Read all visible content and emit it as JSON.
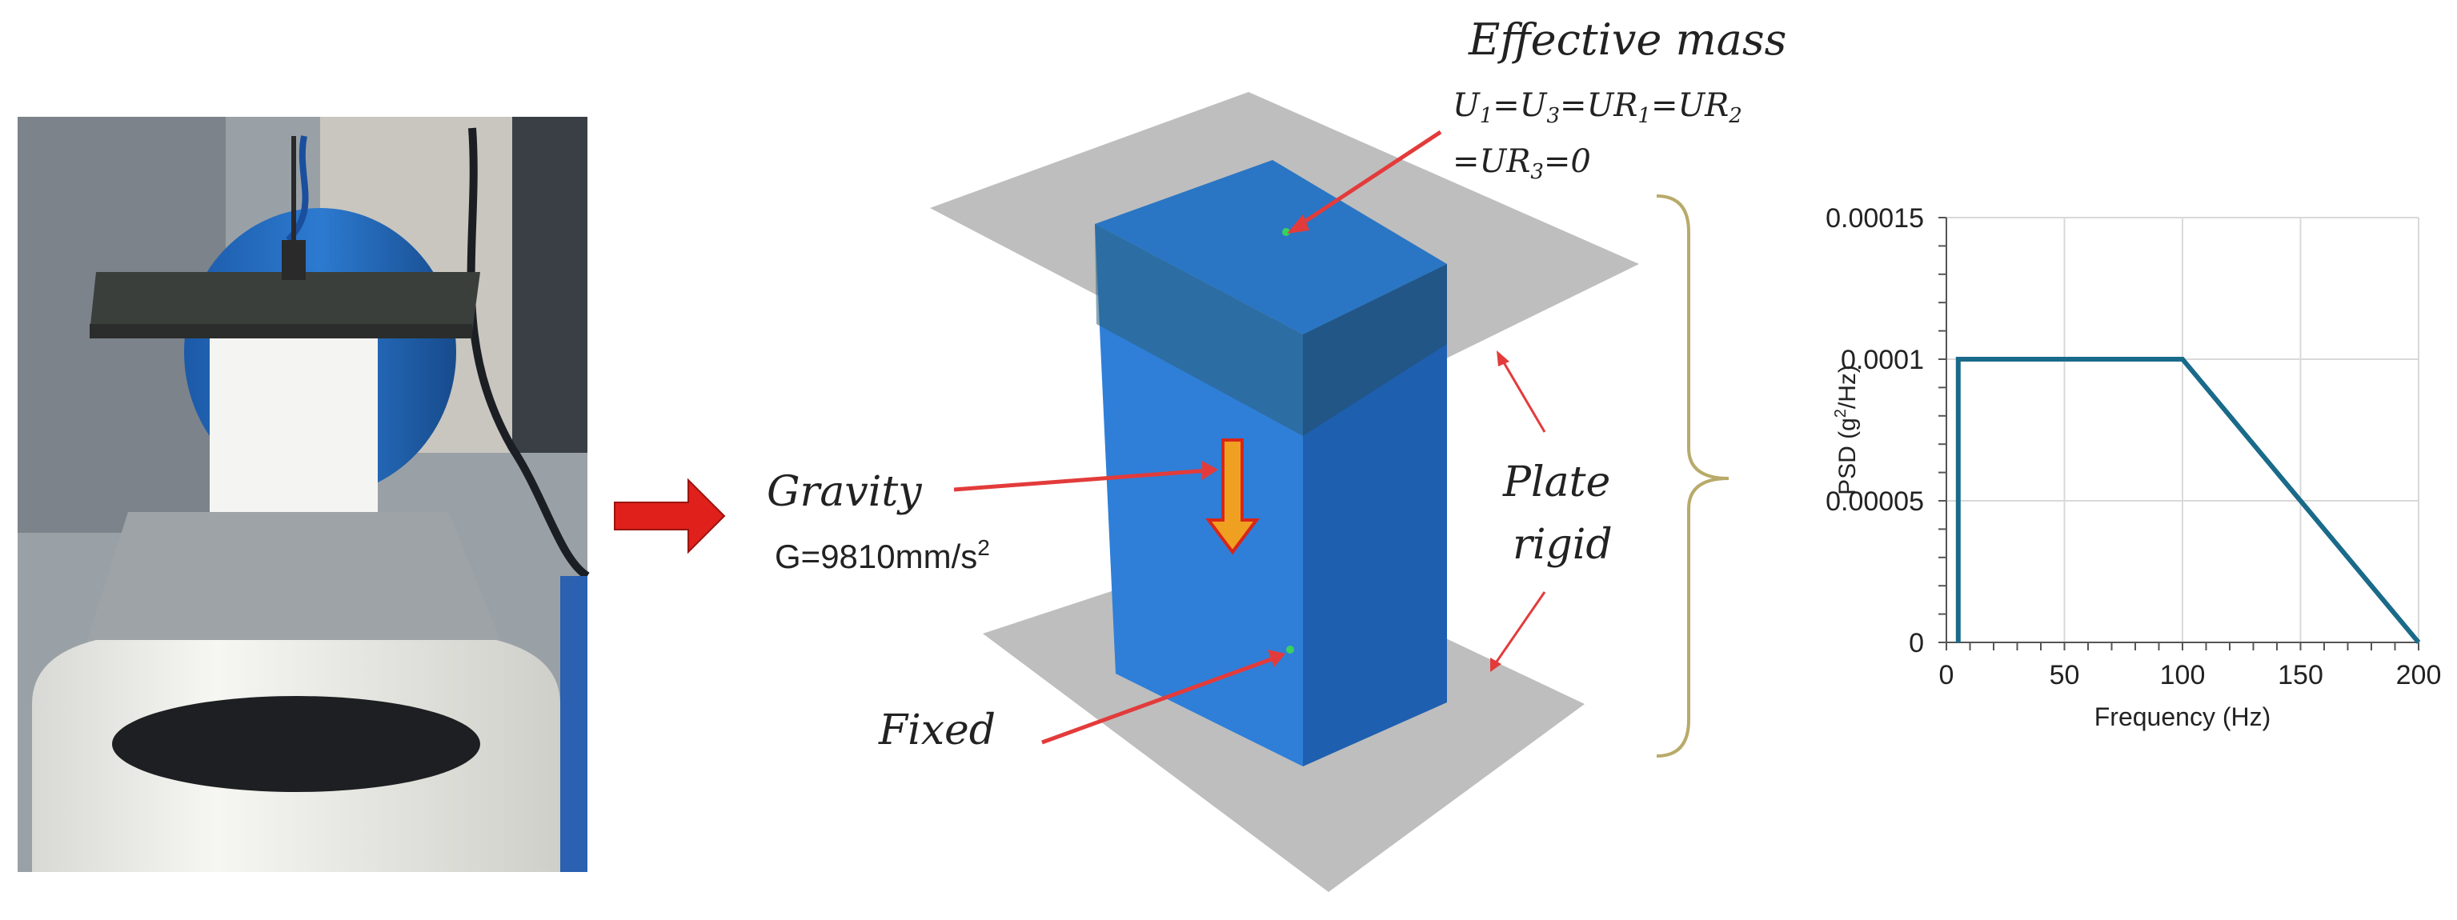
{
  "photo": {
    "subject": "photo-of-vibration-shaker-test-setup"
  },
  "arrow_flow": {
    "color": "#e0201b"
  },
  "fe_model": {
    "effective_mass": {
      "title": "Effective mass",
      "line1_parts": [
        "U",
        "1",
        "=U",
        "3",
        "=UR",
        "1",
        "=UR",
        "2"
      ],
      "line2_parts": [
        "=UR",
        "3",
        "=0"
      ]
    },
    "gravity": {
      "label": "Gravity",
      "value_text": "G=9810mm/s",
      "value_sup": "2"
    },
    "plate_label": [
      "Plate",
      "rigid"
    ],
    "fixed_label": "Fixed",
    "colors": {
      "block_front": "#2f7fd8",
      "block_side": "#1f5fb0",
      "block_top": "#2a76c4",
      "plate": "#b3b3b3",
      "annotation_arrow": "#e33b3b",
      "brace": "#b8aa6a"
    }
  },
  "chart_data": {
    "type": "line",
    "xlabel": "Frequency (Hz)",
    "ylabel_parts": [
      "PSD (g",
      "2",
      "/Hz)"
    ],
    "xlim": [
      0,
      200
    ],
    "ylim": [
      0,
      0.00015
    ],
    "x_ticks": [
      0,
      50,
      100,
      150,
      200
    ],
    "x_tick_labels": [
      "0",
      "50",
      "100",
      "150",
      "200"
    ],
    "y_ticks": [
      0,
      5e-05,
      0.0001,
      0.00015
    ],
    "y_tick_labels": [
      "0",
      "0.00005",
      "0.0001",
      "0.00015"
    ],
    "grid": true,
    "series": [
      {
        "x": [
          5,
          5,
          100,
          200
        ],
        "y": [
          0,
          0.0001,
          0.0001,
          0
        ],
        "color": "#1a6a8a"
      }
    ]
  }
}
